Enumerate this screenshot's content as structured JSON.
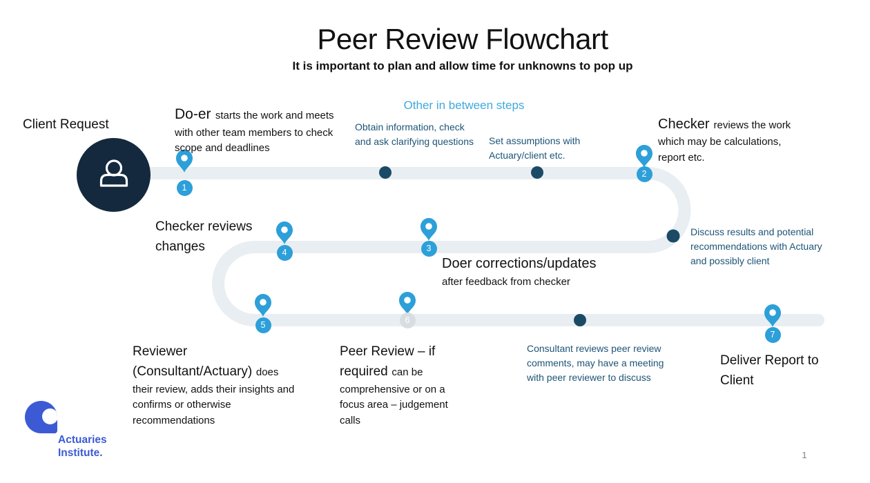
{
  "slide": {
    "title": "Peer Review Flowchart",
    "subtitle": "It is important to plan and allow time for unknowns to pop up",
    "page_number": "1"
  },
  "branding": {
    "logo_icon": "actuaries-institute-teardrop-a-icon",
    "logo_text_line1": "Actuaries",
    "logo_text_line2": "Institute."
  },
  "flow": {
    "start_label": "Client Request",
    "start_icon": "person-icon",
    "between_heading": "Other in between steps",
    "steps": [
      {
        "number": "1",
        "title": "Do-er",
        "description": "starts the work and meets with other team members to check scope and deadlines",
        "marker": "pin"
      },
      {
        "number": "2",
        "title": "Checker",
        "description": "reviews the work which may be calculations, report etc.",
        "marker": "pin"
      },
      {
        "number": "3",
        "title": "Doer corrections/updates",
        "description": "after feedback from checker",
        "marker": "pin"
      },
      {
        "number": "4",
        "title": "Checker reviews changes",
        "description": "",
        "marker": "pin"
      },
      {
        "number": "5",
        "title": "Reviewer (Consultant/Actuary)",
        "description": "does their review, adds their insights and confirms or otherwise recommendations",
        "marker": "pin"
      },
      {
        "number": "6",
        "title": "Peer Review – if required",
        "description": "can be comprehensive or on a focus area – judgement calls",
        "marker": "pin-faded-number"
      },
      {
        "number": "7",
        "title": "Deliver Report to Client",
        "description": "",
        "marker": "pin"
      }
    ],
    "between_steps": [
      {
        "text": "Obtain information, check and ask clarifying questions",
        "marker": "dot"
      },
      {
        "text": "Set assumptions with Actuary/client etc.",
        "marker": "dot"
      },
      {
        "text": "Discuss results and potential recommendations with Actuary and possibly client",
        "marker": "dot"
      },
      {
        "text": "Consultant reviews peer review comments, may have a meeting with peer reviewer to discuss",
        "marker": "dot"
      }
    ]
  },
  "colors": {
    "pin_blue": "#2D9FD9",
    "accent_light_blue": "#3FA9DC",
    "dark_navy": "#14293E",
    "dot_navy": "#1B4A66",
    "path_gray": "#E8EEF1",
    "dark_blue_text": "#1D5477",
    "faded_badge": "#D8DDE1",
    "logo_blue": "#3D5AD5",
    "page_number_gray": "#808080",
    "text_black": "#111111"
  }
}
